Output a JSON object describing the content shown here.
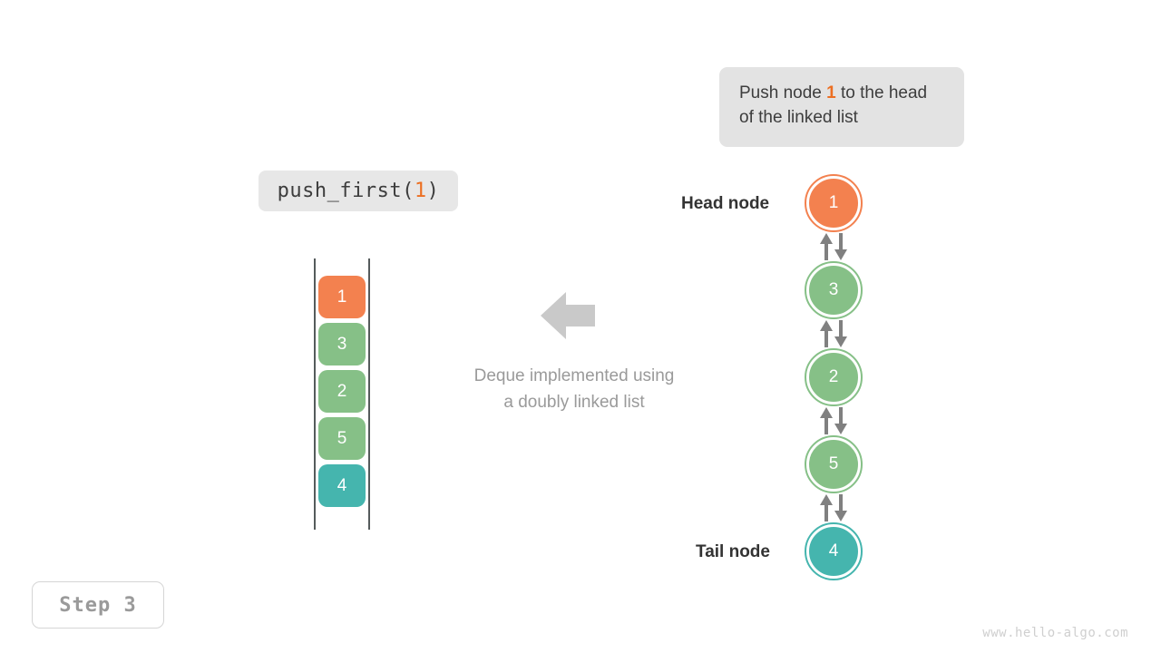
{
  "colors": {
    "orange": "#f3814f",
    "green": "#86c087",
    "teal": "#45b5ae",
    "arrow_gray": "#808080",
    "big_arrow_gray": "#c9c9c9",
    "callout_bg": "#e3e3e3",
    "label_bg": "#e7e7e7",
    "rail": "#555b5c",
    "caption_text": "#9a9a9a",
    "watermark_text": "#cfcfcf"
  },
  "callout": {
    "text_before": "Push node ",
    "highlight": "1",
    "text_after": " to the head of the linked list"
  },
  "operation": {
    "name": "push_first(",
    "argument": "1",
    "close": ")"
  },
  "deque": {
    "blocks": [
      {
        "value": "1",
        "color": "#f3814f"
      },
      {
        "value": "3",
        "color": "#86c087"
      },
      {
        "value": "2",
        "color": "#86c087"
      },
      {
        "value": "5",
        "color": "#86c087"
      },
      {
        "value": "4",
        "color": "#45b5ae"
      }
    ]
  },
  "caption": {
    "line1": "Deque implemented using",
    "line2": "a doubly linked list"
  },
  "linked_list": {
    "head_label": "Head node",
    "tail_label": "Tail node",
    "nodes": [
      {
        "value": "1",
        "color": "#f3814f"
      },
      {
        "value": "3",
        "color": "#86c087"
      },
      {
        "value": "2",
        "color": "#86c087"
      },
      {
        "value": "5",
        "color": "#86c087"
      },
      {
        "value": "4",
        "color": "#45b5ae"
      }
    ]
  },
  "step": {
    "label": "Step 3"
  },
  "watermark": {
    "text": "www.hello-algo.com"
  }
}
